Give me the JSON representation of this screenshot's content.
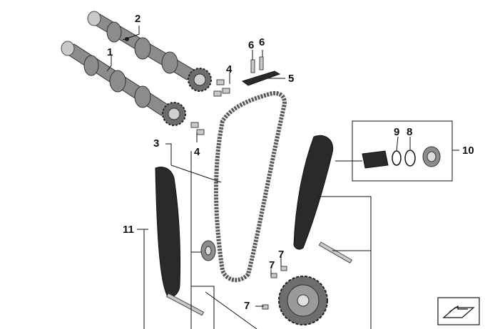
{
  "callouts": [
    {
      "id": "c1",
      "text": "1"
    },
    {
      "id": "c2",
      "text": "2"
    },
    {
      "id": "c3",
      "text": "3"
    },
    {
      "id": "c4a",
      "text": "4"
    },
    {
      "id": "c4b",
      "text": "4"
    },
    {
      "id": "c5",
      "text": "5"
    },
    {
      "id": "c6a",
      "text": "6"
    },
    {
      "id": "c6b",
      "text": "6"
    },
    {
      "id": "c7a",
      "text": "7"
    },
    {
      "id": "c7b",
      "text": "7"
    },
    {
      "id": "c7c",
      "text": "7"
    },
    {
      "id": "c8",
      "text": "8"
    },
    {
      "id": "c9",
      "text": "9"
    },
    {
      "id": "c10",
      "text": "10"
    },
    {
      "id": "c11",
      "text": "11"
    }
  ],
  "icons": {
    "corner_badge": "sheet-arrow-icon"
  },
  "colors": {
    "part_dark": "#2a2a2a",
    "part_mid": "#8c8c8c",
    "part_light": "#c9c9c9",
    "line": "#111111",
    "background": "#ffffff"
  }
}
